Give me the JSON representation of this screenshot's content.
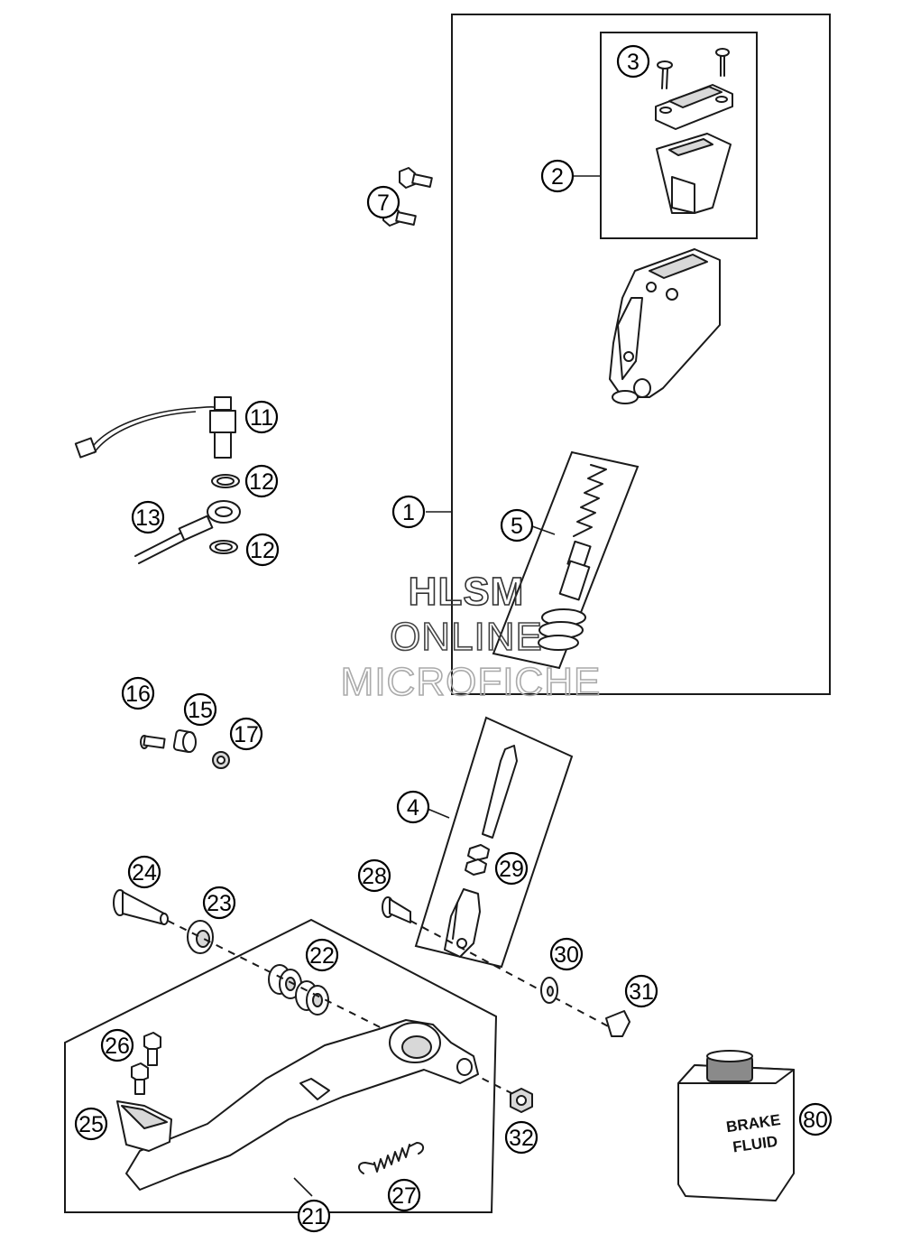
{
  "watermark": {
    "line1": "HLSM",
    "line2": "ONLINE",
    "line3": "MICROFICHE"
  },
  "callouts": [
    "1",
    "2",
    "3",
    "4",
    "5",
    "7",
    "11",
    "12",
    "12",
    "13",
    "15",
    "16",
    "17",
    "21",
    "22",
    "23",
    "24",
    "25",
    "26",
    "27",
    "28",
    "29",
    "30",
    "31",
    "32",
    "80"
  ],
  "bottle_label": {
    "line1": "BRAKE",
    "line2": "FLUID"
  }
}
